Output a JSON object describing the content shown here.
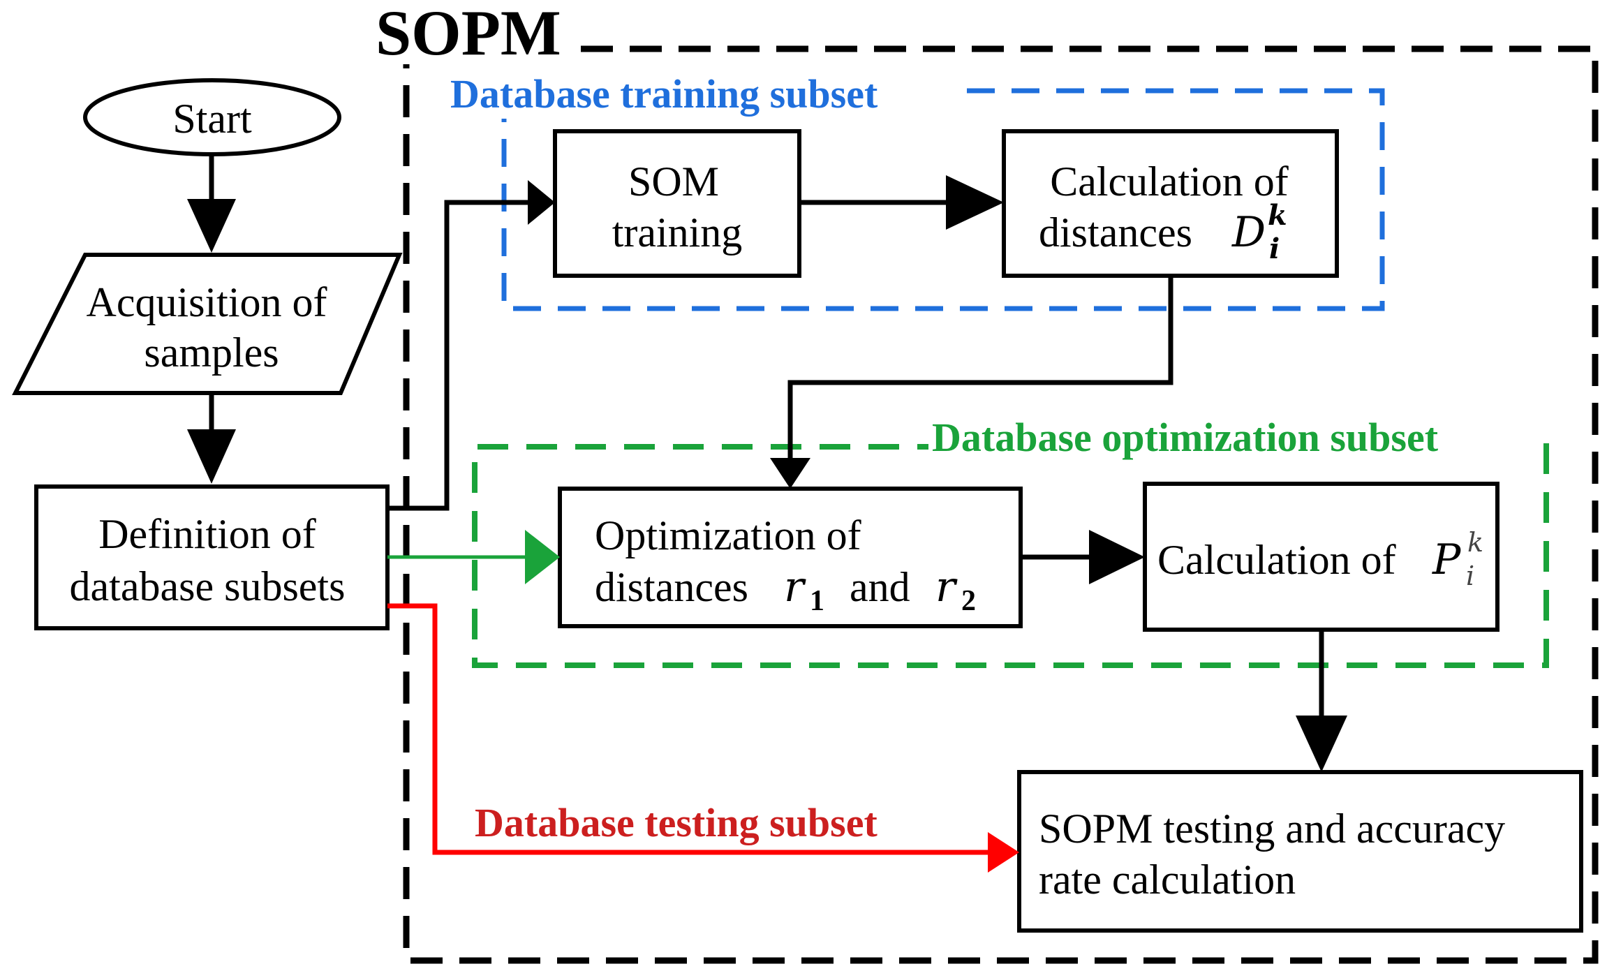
{
  "colors": {
    "black": "#000000",
    "blue": "#1f6fdc",
    "green": "#1aa33a",
    "red": "#ff0000",
    "red_label": "#cc1f1f",
    "background": "#ffffff"
  },
  "sopm": {
    "title": "SOPM"
  },
  "training_subset": {
    "label": "Database training subset"
  },
  "optimization_subset": {
    "label": "Database optimization subset"
  },
  "testing_subset": {
    "label": "Database testing subset"
  },
  "nodes": {
    "start": {
      "label": "Start"
    },
    "acquisition": {
      "line1": "Acquisition of",
      "line2": "samples"
    },
    "definition": {
      "line1": "Definition of",
      "line2": "database subsets"
    },
    "som_training": {
      "line1": "SOM",
      "line2": "training"
    },
    "calc_distances": {
      "line1": "Calculation of",
      "line2_text": "distances",
      "math_base": "D",
      "math_sup": "k",
      "math_sub": "i"
    },
    "optimization": {
      "line1": "Optimization of",
      "line2_text": "distances",
      "r": "r",
      "sub1": "1",
      "and": "and",
      "sub2": "2"
    },
    "calc_p": {
      "text": "Calculation of",
      "math_base": "P",
      "math_sup": "k",
      "math_sub": "i"
    },
    "sopm_testing": {
      "line1": "SOPM testing and accuracy",
      "line2": "rate calculation"
    }
  }
}
